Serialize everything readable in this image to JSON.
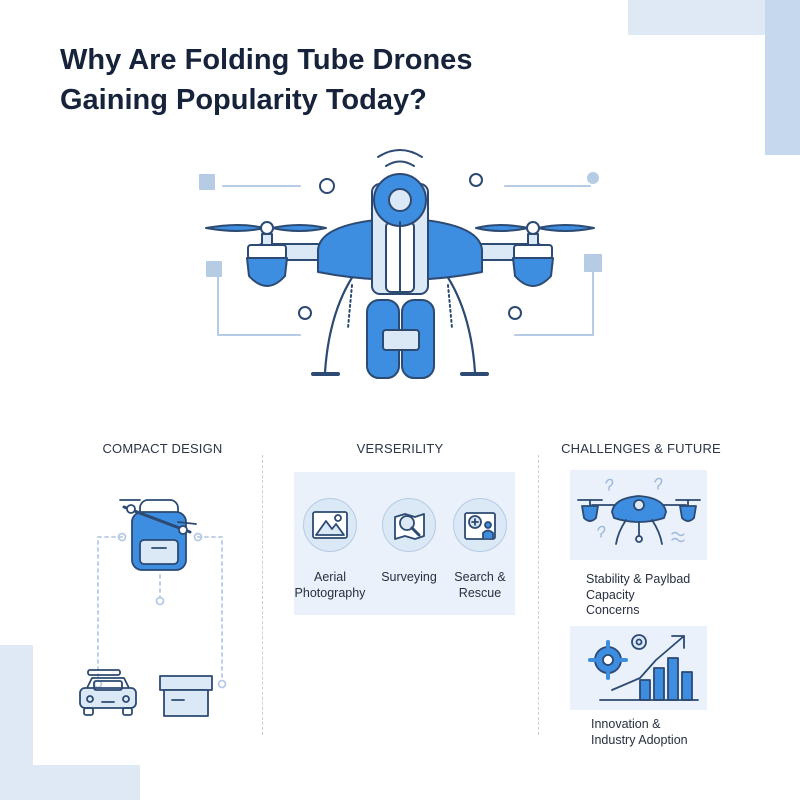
{
  "title": {
    "line1": "Why Are Folding Tube Drones",
    "line2": "Gaining Popularity Today?"
  },
  "colors": {
    "navy": "#16233a",
    "accent_blue": "#3d8de0",
    "light_blue": "#dbe8f6",
    "panel_bg": "#eaf1fa",
    "outline": "#2c4a72"
  },
  "sections": {
    "compact": {
      "heading": "COMPACT DESIGN",
      "icons": [
        "backpack-with-drone-icon",
        "car-icon",
        "box-icon"
      ]
    },
    "versatility": {
      "heading": "VERSERILITY",
      "items": [
        {
          "icon": "mountain-icon",
          "label_lines": [
            "Aerial",
            "Photography"
          ]
        },
        {
          "icon": "magnifier-map-icon",
          "label_lines": [
            "Surveying"
          ]
        },
        {
          "icon": "rescue-person-icon",
          "label_lines": [
            "Search &",
            "Rescue"
          ]
        }
      ]
    },
    "challenges": {
      "heading": "CHALLENGES & FUTURE",
      "cards": [
        {
          "icon": "drone-question-icon",
          "text_lines": [
            "Stability & Paylbad",
            "Capacity",
            "Concerns"
          ]
        },
        {
          "icon": "gears-growth-chart-icon",
          "text_lines": [
            "Innovation &",
            "Industry Adoption"
          ]
        }
      ]
    }
  }
}
